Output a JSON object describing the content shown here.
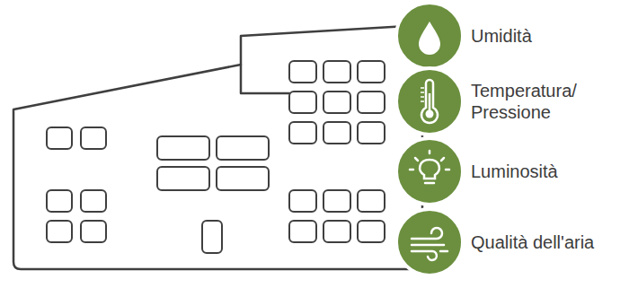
{
  "diagram": {
    "labels": [
      "Umidità",
      "Temperatura/ Pressione",
      "Luminosità",
      "Qualità dell'aria"
    ]
  }
}
